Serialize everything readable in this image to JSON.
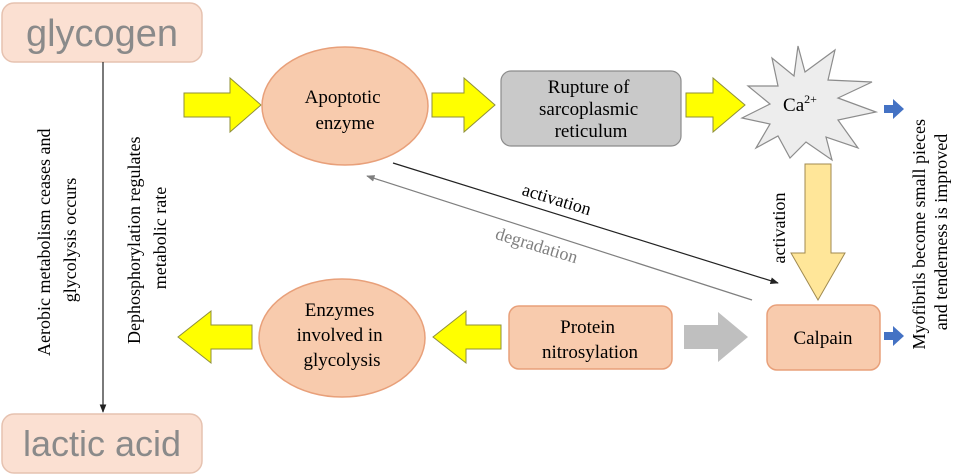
{
  "nodes": {
    "glycogen": "glycogen",
    "lactic_acid": "lactic acid",
    "apoptotic_enzyme": [
      "Apoptotic",
      "enzyme"
    ],
    "rupture_sr": [
      "Rupture of",
      "sarcoplasmic",
      "reticulum"
    ],
    "ca_ion": {
      "base": "Ca",
      "sup": "2+"
    },
    "calpain": "Calpain",
    "protein_nitrosylation": [
      "Protein",
      "nitrosylation"
    ],
    "enzymes_glycolysis": [
      "Enzymes",
      "involved in",
      "glycolysis"
    ]
  },
  "side_labels": {
    "aerobic": [
      "Aerobic metabolism ceases and",
      "glycolysis occurs"
    ],
    "dephosphorylation": [
      "Dephosphorylation regulates",
      "metabolic rate"
    ],
    "myofibrils": [
      "Myofibrils become small pieces",
      "and tenderness is improved"
    ]
  },
  "edge_labels": {
    "activation_diagonal": "activation",
    "degradation_diagonal": "degradation",
    "activation_vertical": "activation"
  },
  "colors": {
    "node_fill": "#f8cbad",
    "node_stroke": "#e8a07a",
    "top_box_fill": "#fbe0d2",
    "top_box_stroke": "#e6c2b0",
    "top_box_text": "#8a8a8a",
    "rupture_fill": "#c9c9c9",
    "rupture_stroke": "#8c8c8c",
    "star_fill": "#ededed",
    "star_stroke": "#8c8c8c",
    "yellow_arrow": "#ffff00",
    "yellow_arrow_stroke": "#8f8f3a",
    "pale_arrow": "#ffe699",
    "pale_arrow_stroke": "#a08a50",
    "gray_arrow": "#bfbfbf",
    "blue_arrow": "#4472c4",
    "degradation_gray": "#7f7f7f"
  }
}
